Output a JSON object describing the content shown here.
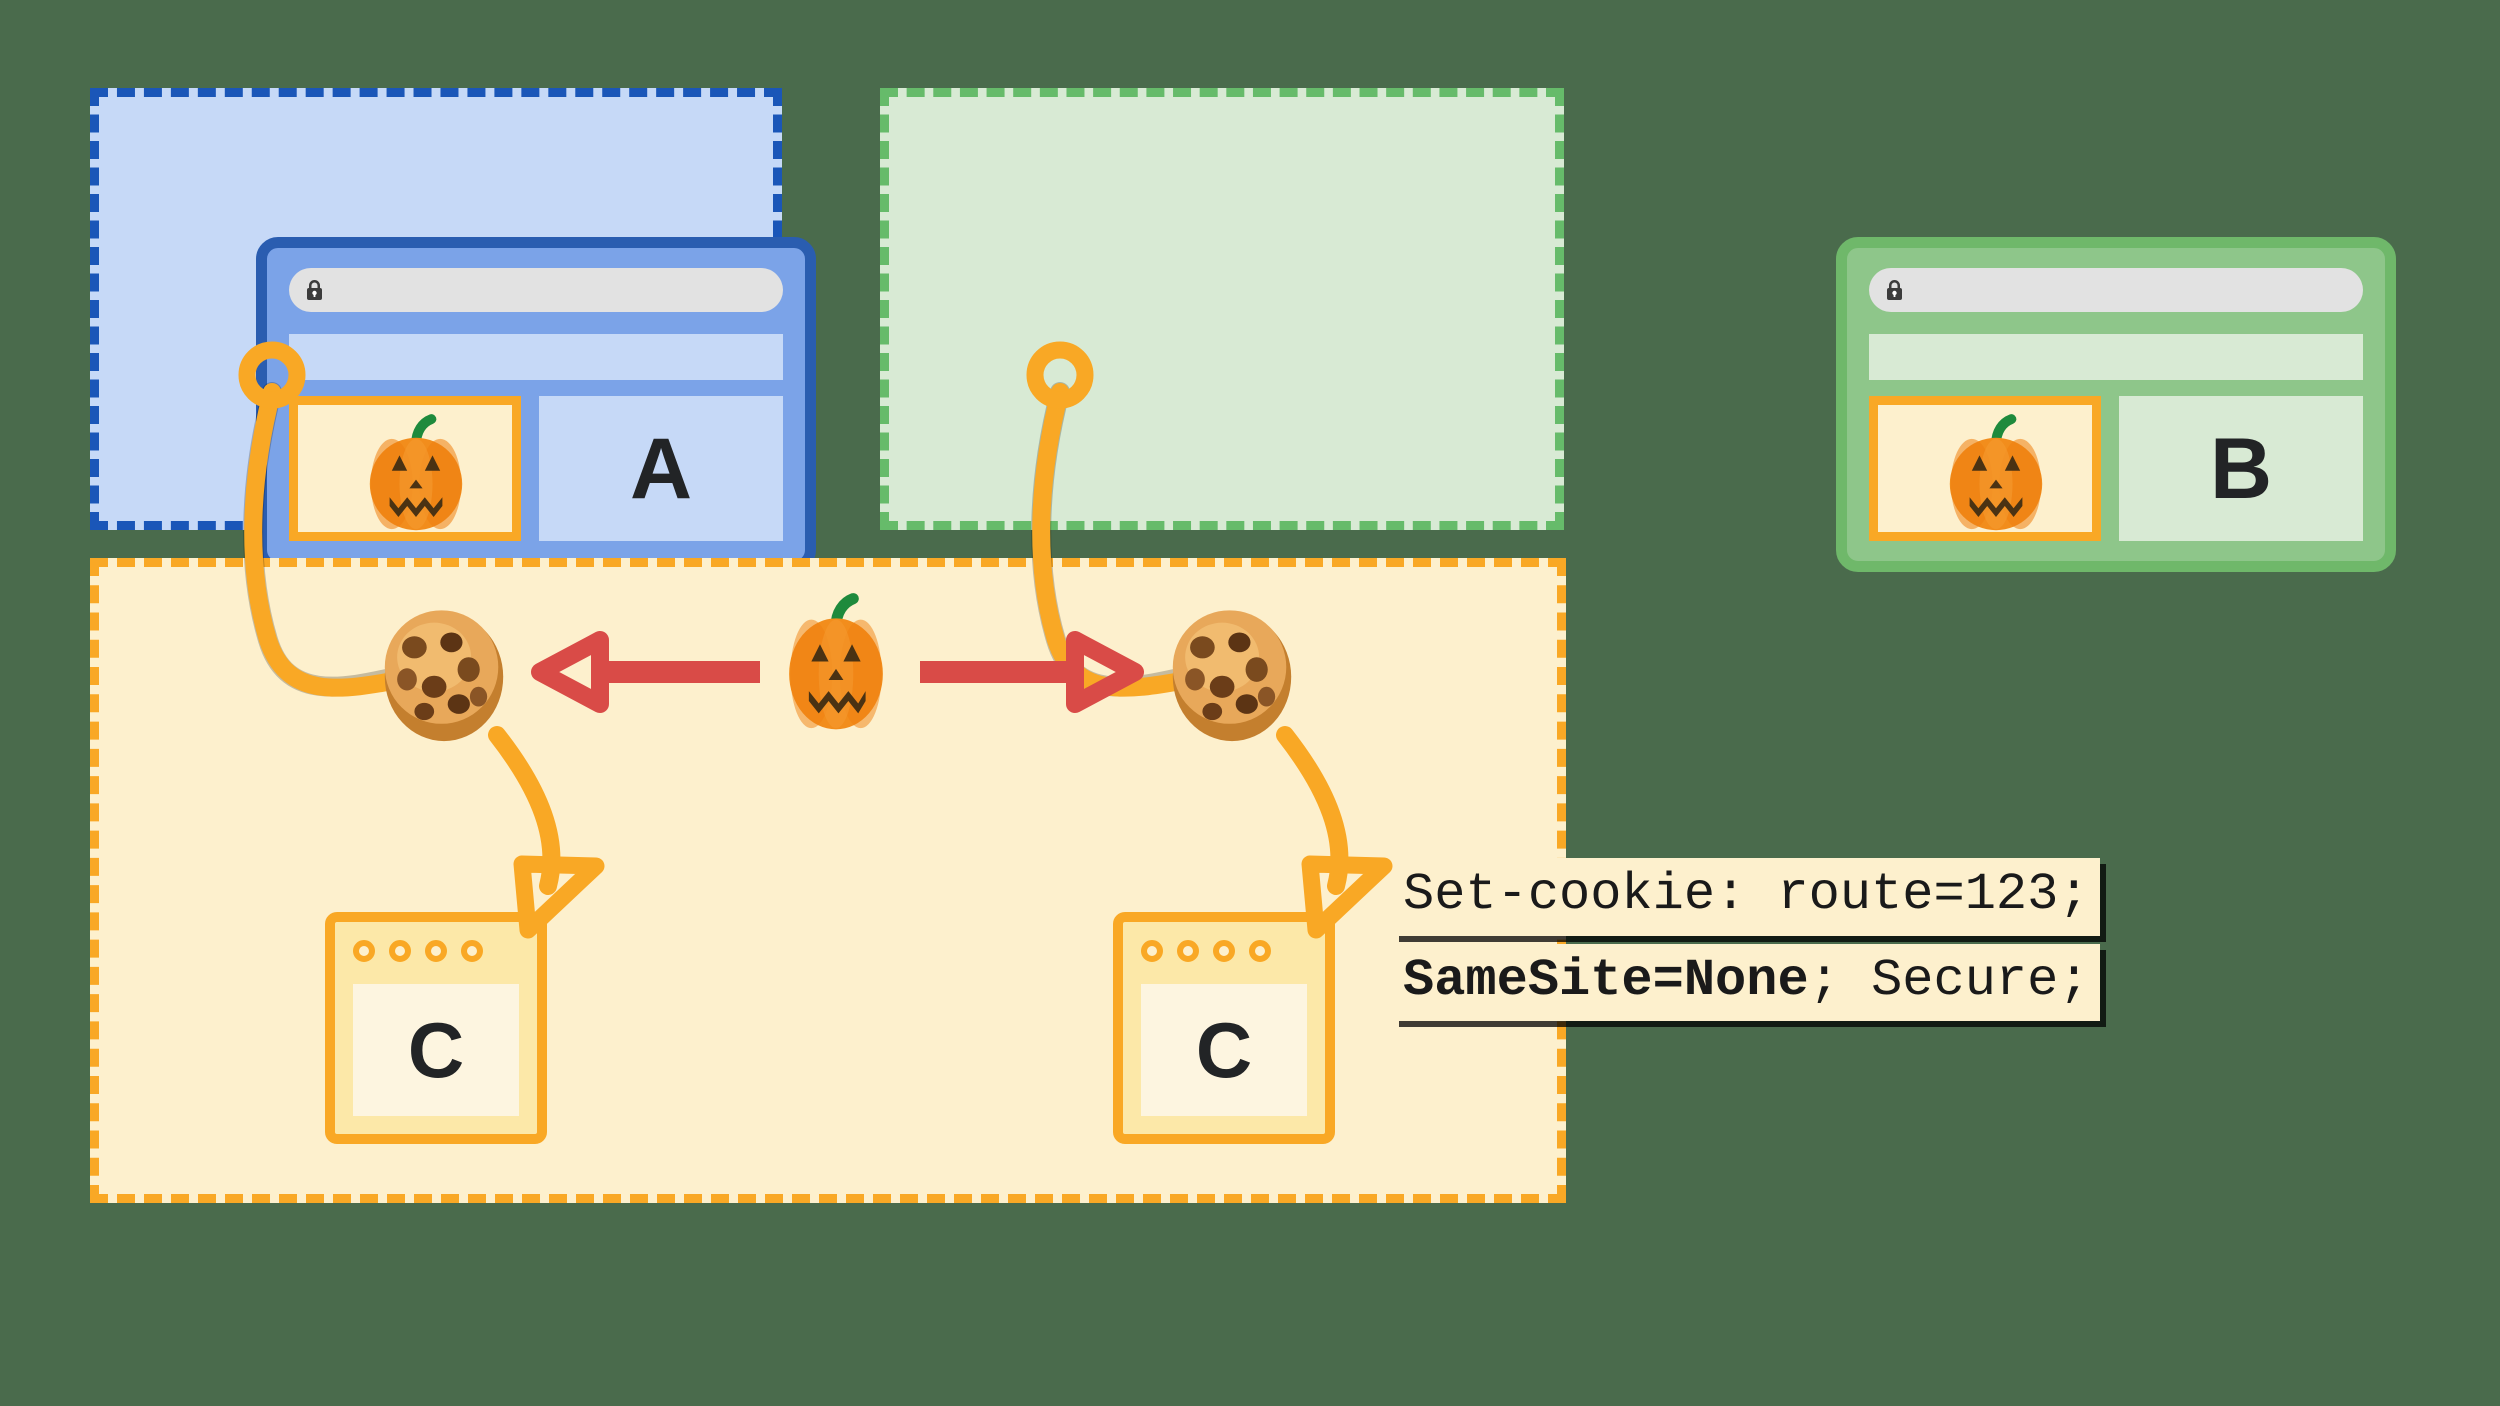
{
  "diagram": {
    "title": "SameSite=None cross-site cookie diagram",
    "colors": {
      "blue_context_border": "#1a56b8",
      "blue_context_fill": "#c6d9f7",
      "green_context_border": "#66bb6a",
      "green_context_fill": "#d8ead4",
      "yellow_context_border": "#f9a825",
      "yellow_context_fill": "#fdf0cd",
      "arrow_orange": "#f9a825",
      "arrow_red": "#d94b47",
      "letter_dark": "#222426",
      "canvas_background": "#4a6b4c"
    }
  },
  "context_blue": {
    "name": "site-a-context",
    "browser": {
      "url_placeholder": "",
      "lock_icon": "lock-icon",
      "content_letter": "A",
      "thumbnail_icon": "pumpkin-icon"
    }
  },
  "context_green": {
    "name": "site-b-context",
    "browser": {
      "url_placeholder": "",
      "lock_icon": "lock-icon",
      "content_letter": "B",
      "thumbnail_icon": "pumpkin-icon"
    }
  },
  "context_yellow": {
    "name": "site-c-context",
    "shared_resource_icon": "pumpkin-icon",
    "cookies": [
      {
        "name": "cookie-left",
        "icon": "cookie-icon"
      },
      {
        "name": "cookie-right",
        "icon": "cookie-icon"
      }
    ],
    "servers": [
      {
        "name": "server-left",
        "letter": "C"
      },
      {
        "name": "server-right",
        "letter": "C"
      }
    ],
    "bidirectional_arrow": {
      "icon": "double-headed-arrow-icon",
      "color": "#d94b47"
    }
  },
  "code_label": {
    "name": "set-cookie-header",
    "line1": "Set-cookie: route=123;",
    "line2_bold": "SameSite=None",
    "line2_rest": "; Secure;"
  }
}
